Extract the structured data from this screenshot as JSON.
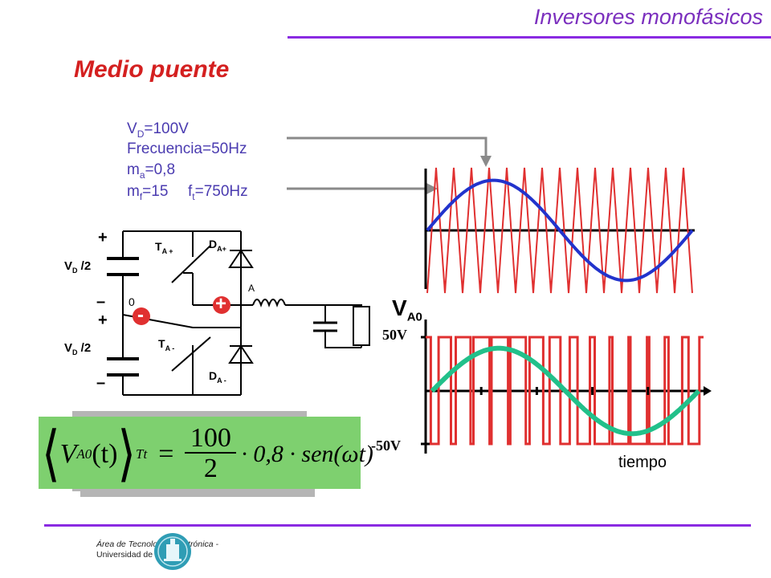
{
  "header": {
    "title": "Inversores monofásicos"
  },
  "slide": {
    "title": "Medio puente"
  },
  "params": {
    "vd_sym": "V",
    "vd_sub": "D",
    "vd_val": "=100V",
    "freq": "Frecuencia=50Hz",
    "ma_sym": "m",
    "ma_sub": "a",
    "ma_val": "=0,8",
    "mf_sym": "m",
    "mf_sub": "f",
    "mf_val": "=15",
    "ft_sym": "f",
    "ft_sub": "t",
    "ft_val": "=750Hz"
  },
  "circuit": {
    "plus_top": "+",
    "minus_mid": "–",
    "plus_mid": "+",
    "minus_bot": "–",
    "vd2_top_sym": "V",
    "vd2_top_sub": "D",
    "vd2_top_rest": " /2",
    "vd2_bot_sym": "V",
    "vd2_bot_sub": "D",
    "vd2_bot_rest": " /2",
    "zero": "0",
    "ta_plus_sym": "T",
    "ta_plus_sub": "A +",
    "ta_minus_sym": "T",
    "ta_minus_sub": "A -",
    "da_plus_sym": "D",
    "da_plus_sub": "A+",
    "da_minus_sym": "D",
    "da_minus_sub": "A -",
    "node_a": "A",
    "minus_badge": "-",
    "plus_badge": "+",
    "badge_red": "#e03030",
    "wire_color": "#000000"
  },
  "waveforms": {
    "vao_sym": "V",
    "vao_sub": "A0",
    "label_pos": "50V",
    "label_neg": "-50V",
    "time_label": "tiempo",
    "carrier_color": "#e03030",
    "modulator_color": "#2233cc",
    "output_color": "#e03030",
    "fundamental_color": "#22c08a",
    "carrier_ratio_mf": 15,
    "modulation_index_ma": 0.8
  },
  "formula": {
    "lhs_v": "V",
    "lhs_sub": "A0",
    "lhs_t": "(t)",
    "lhs_tt": "Tt",
    "eq": "=",
    "num": "100",
    "den": "2",
    "rest": "· 0,8 · sen(ωt)",
    "box_color": "#7ed06f"
  },
  "footer": {
    "line1": "Área de Tecnología Electrónica -",
    "line2": "Universidad de Oviedo"
  }
}
